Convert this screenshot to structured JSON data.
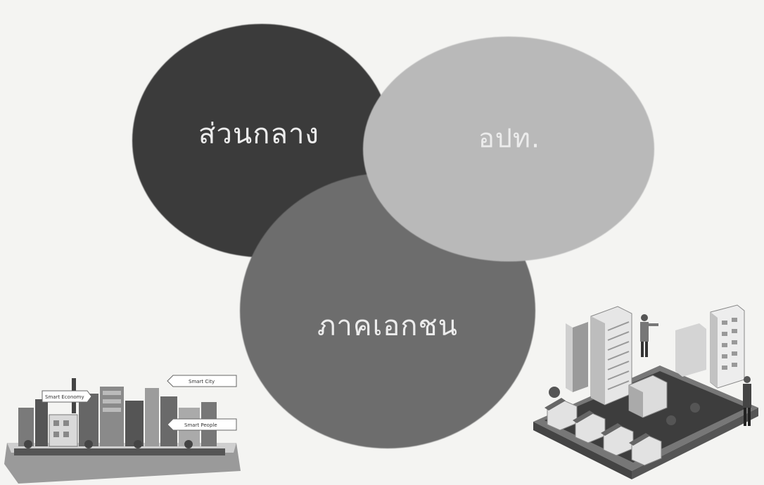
{
  "diagram": {
    "type": "venn",
    "circles": [
      {
        "id": "central",
        "label": "ส่วนกลาง",
        "color": "#3a3a3a"
      },
      {
        "id": "local",
        "label": "อปท.",
        "color": "#b9b9b9"
      },
      {
        "id": "private",
        "label": "ภาคเอกชน",
        "color": "#6d6d6d"
      }
    ]
  },
  "illustrations": {
    "left": {
      "icon": "smart-city-illustration",
      "tags": [
        "Smart Economy",
        "Smart City",
        "Smart People"
      ]
    },
    "right": {
      "icon": "isometric-city-tablet-illustration"
    }
  }
}
